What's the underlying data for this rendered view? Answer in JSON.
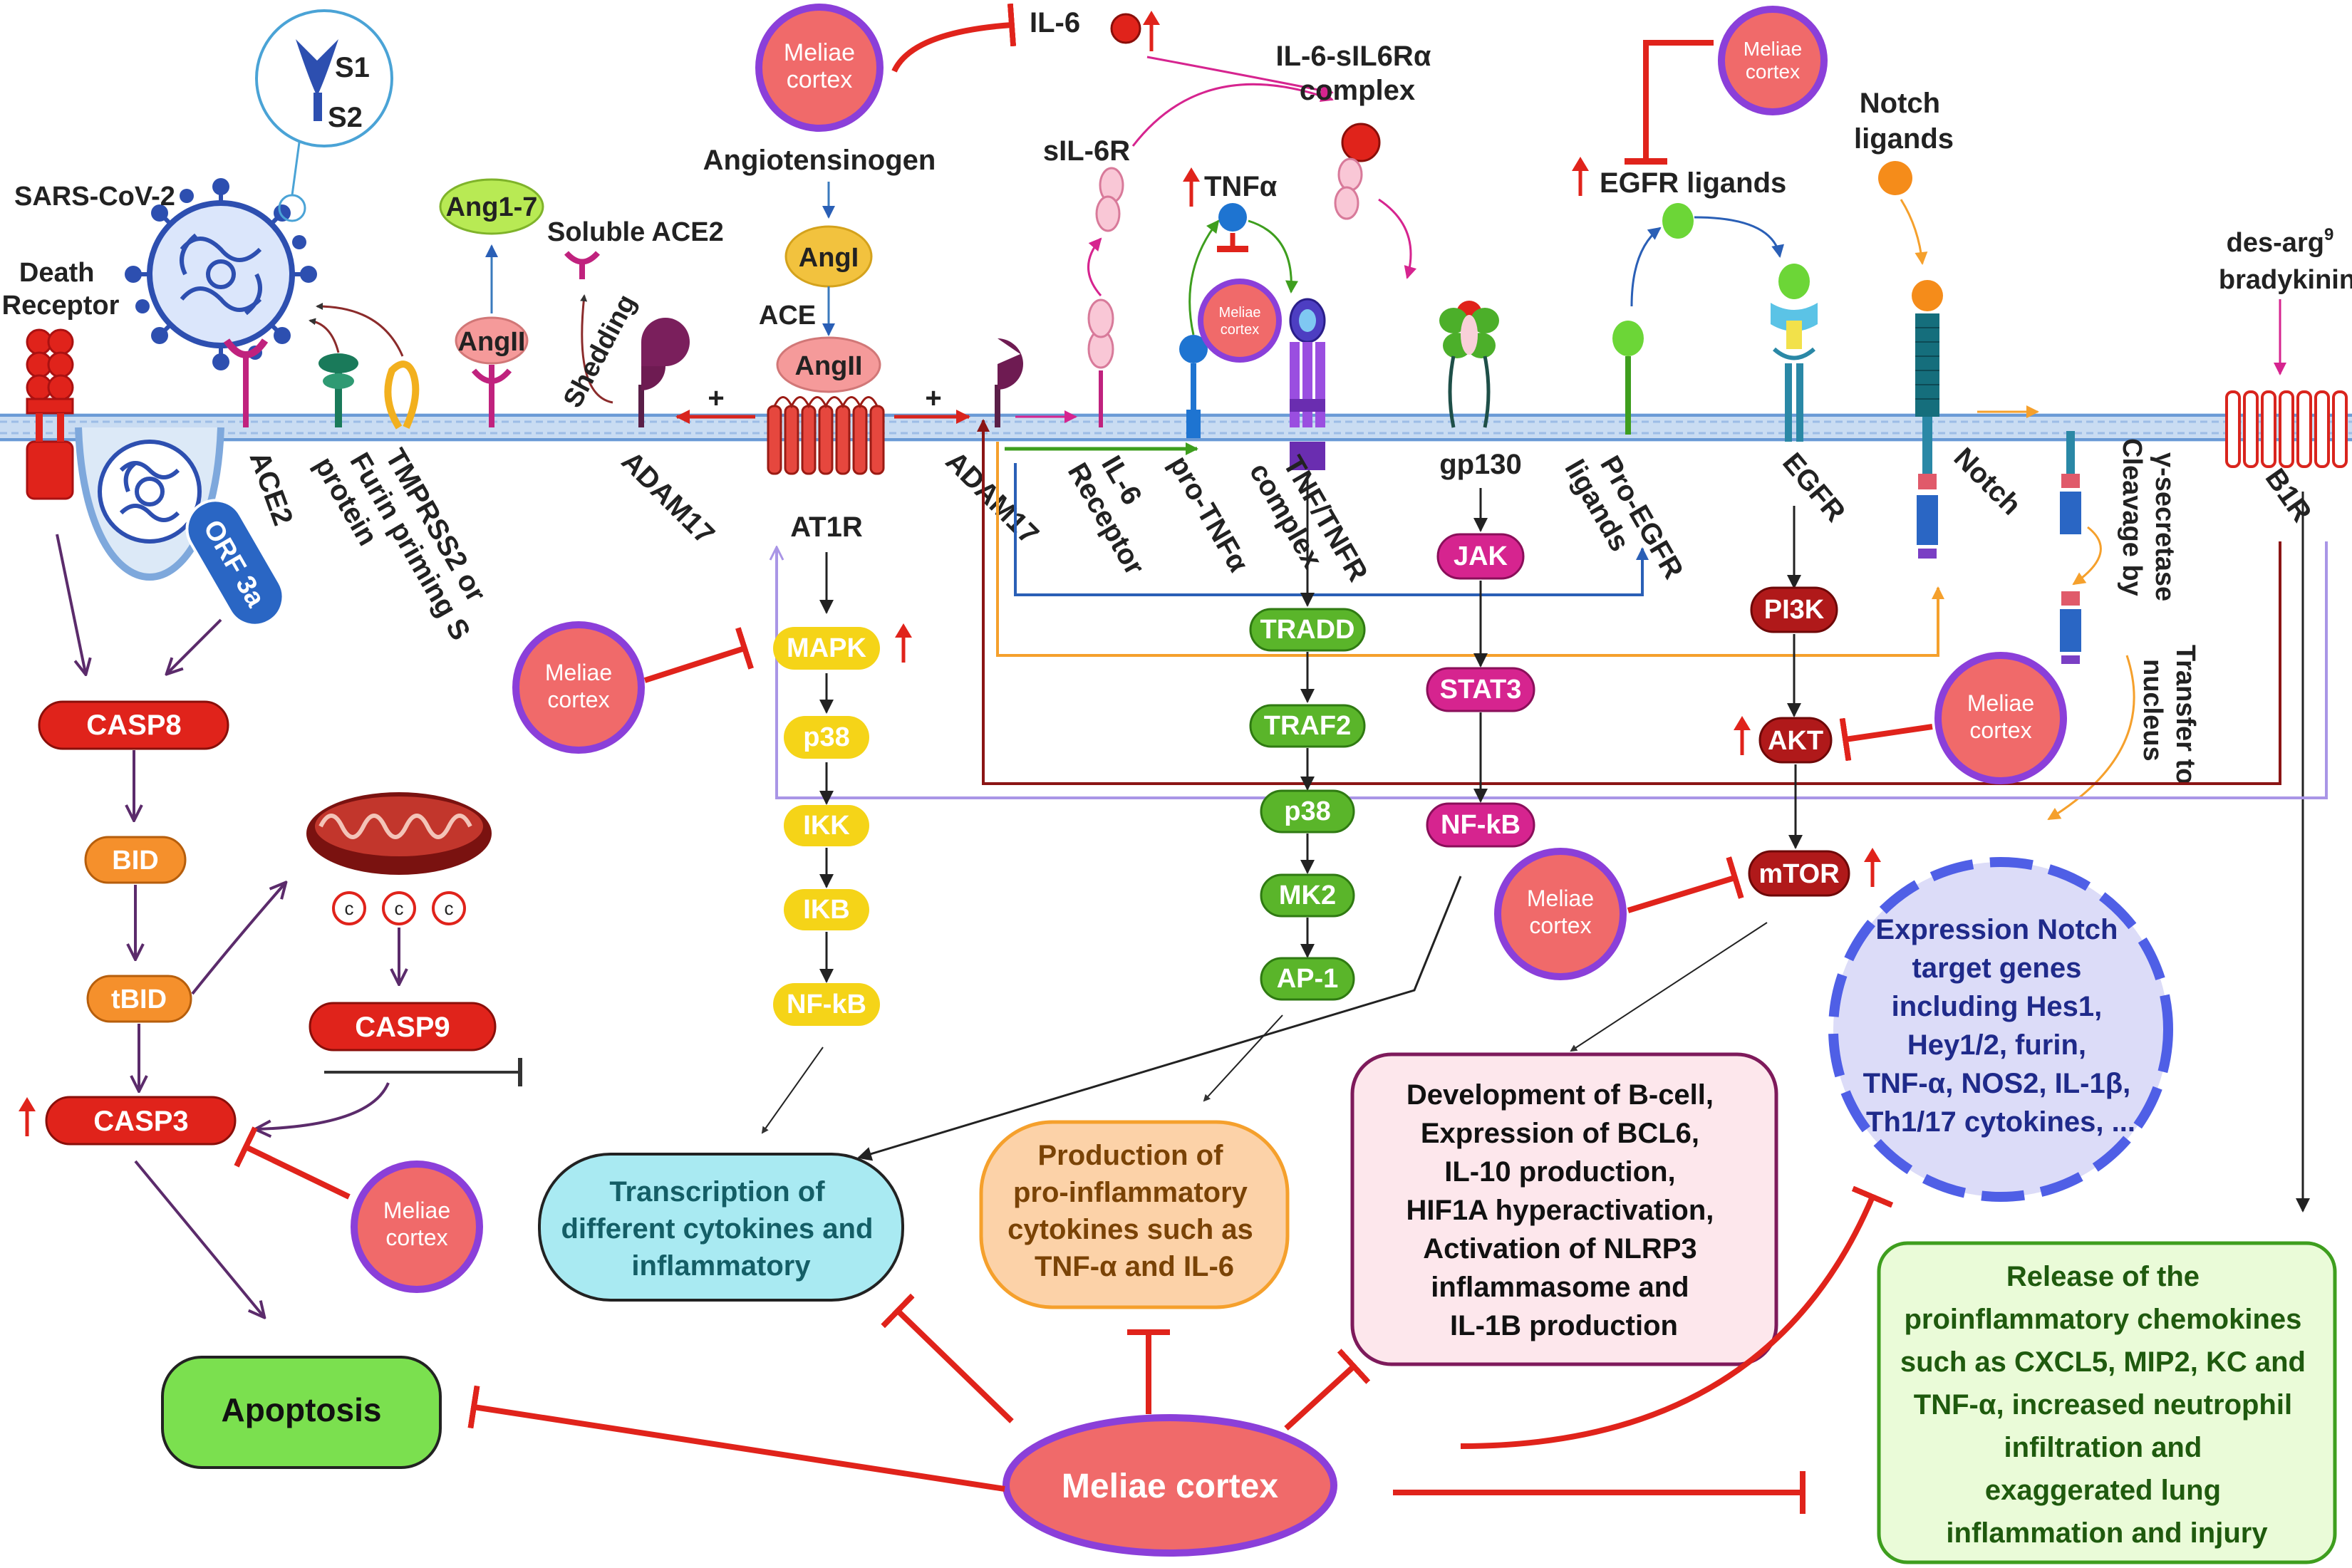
{
  "colors": {
    "membrane": "#b9d3ee",
    "meliae_fill": "#f06a6a",
    "meliae_border": "#8b3fd9",
    "inhibit": "#e0231b",
    "casp": "#e0231b",
    "bid": "#f5902c",
    "mapk": "#f5d418",
    "tradd": "#5ab52a",
    "jak": "#d6248f",
    "akt": "#b0191a",
    "notch_nuc": "#7b86ea",
    "ang": "#f2c23e",
    "angII": "#f59a9a",
    "virus": "#2d4fb0"
  },
  "icons": {
    "virus": "sars-cov-2-virus-icon",
    "mitochondrion": "mitochondrion-icon",
    "death_receptor": "death-receptor-icon",
    "at1r": "seven-transmembrane-receptor-icon",
    "b1r": "seven-transmembrane-receptor-icon",
    "adam17": "pacman-protease-icon",
    "cytochrome_c": "cytochrome-c-icon",
    "up_arrow": "up-arrow-icon"
  },
  "meliae_label": "Meliae cortex",
  "labels": {
    "sars_cov2": "SARS-CoV-2",
    "s1": "S1",
    "s2": "S2",
    "death_receptor": [
      "Death",
      "Receptor"
    ],
    "ace2": "ACE2",
    "orf3a": "ORF 3a",
    "tmprss2": [
      "TMPRSS2 or",
      "Furin priming S",
      "protein"
    ],
    "ang17": "Ang1-7",
    "angII": "AngII",
    "soluble_ace2": "Soluble ACE2",
    "shedding": "Shedding",
    "adam17": "ADAM17",
    "angiotensinogen": "Angiotensinogen",
    "angI": "AngI",
    "ace": "ACE",
    "at1r": "AT1R",
    "plus": "+",
    "il6": "IL-6",
    "sil6r": "sIL-6R",
    "il6_complex": [
      "IL-6-sIL6Rα",
      "complex"
    ],
    "tnfa": "TNFα",
    "il6_receptor": [
      "IL-6",
      "Receptor"
    ],
    "pro_tnfa": "pro-TNFα",
    "tnf_complex": [
      "TNF/TNFR",
      "complex"
    ],
    "gp130": "gp130",
    "egfr_ligands": "EGFR ligands",
    "pro_egfr": [
      "Pro-EGFR",
      "ligands"
    ],
    "egfr": "EGFR",
    "notch_ligands": [
      "Notch",
      "ligands"
    ],
    "notch": "Notch",
    "cleavage": [
      "Cleavage by",
      "γ-secretase"
    ],
    "transfer": [
      "Transfer to",
      "nucleus"
    ],
    "desarg": "des-arg",
    "desarg_sup": "9",
    "bradykinin": "bradykinin",
    "b1r": "B1R",
    "c": "c"
  },
  "pathway": {
    "apoptosis": [
      "CASP8",
      "BID",
      "tBID",
      "CASP3",
      "CASP9"
    ],
    "mapk": [
      "MAPK",
      "p38",
      "IKK",
      "IKB",
      "NF-kB"
    ],
    "tnf": [
      "TRADD",
      "TRAF2",
      "p38",
      "MK2",
      "AP-1"
    ],
    "jak": [
      "JAK",
      "STAT3",
      "NF-kB"
    ],
    "pi3k": [
      "PI3K",
      "AKT",
      "mTOR"
    ]
  },
  "outcomes": {
    "apoptosis": "Apoptosis",
    "transcription": [
      "Transcription of",
      "different cytokines and",
      "inflammatory"
    ],
    "production": [
      "Production of",
      "pro-inflammatory",
      "cytokines such as",
      "TNF-α and IL-6"
    ],
    "development": [
      "Development of B-cell,",
      "Expression of BCL6,",
      "IL-10 production,",
      "HIF1A hyperactivation,",
      "Activation of NLRP3",
      "inflammasome and",
      "IL-1B production"
    ],
    "notch_targets": [
      "Expression Notch",
      "target genes",
      "including Hes1,",
      "Hey1/2, furin,",
      "TNF-α, NOS2, IL-1β,",
      "Th1/17 cytokines, ..."
    ],
    "release": [
      "Release of the",
      "proinflammatory chemokines",
      "such as CXCL5, MIP2, KC and",
      "TNF-α, increased neutrophil",
      "infiltration and",
      "exaggerated lung",
      "inflammation and injury"
    ]
  }
}
